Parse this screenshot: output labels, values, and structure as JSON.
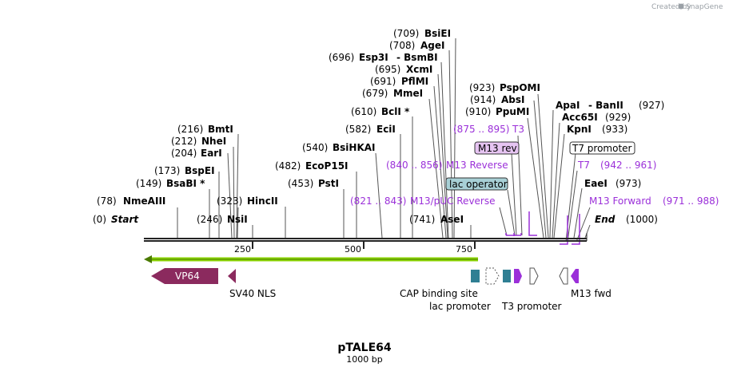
{
  "credit": "Created by",
  "credit_brand": "SnapGene",
  "plasmid": {
    "name": "pTALE64",
    "size_label": "1000 bp"
  },
  "ends": {
    "start_label": "Start",
    "start_pos": "(0)",
    "end_label": "End",
    "end_pos": "(1000)"
  },
  "ruler_ticks": [
    "250",
    "500",
    "750"
  ],
  "sites": [
    {
      "pos": "(78)",
      "name": "NmeAIII"
    },
    {
      "pos": "(149)",
      "name": "BsaBI *"
    },
    {
      "pos": "(173)",
      "name": "BspEI"
    },
    {
      "pos": "(204)",
      "name": "EarI"
    },
    {
      "pos": "(212)",
      "name": "NheI"
    },
    {
      "pos": "(216)",
      "name": "BmtI"
    },
    {
      "pos": "(246)",
      "name": "NsiI"
    },
    {
      "pos": "(323)",
      "name": "HincII"
    },
    {
      "pos": "(453)",
      "name": "PstI"
    },
    {
      "pos": "(482)",
      "name": "EcoP15I"
    },
    {
      "pos": "(540)",
      "name": "BsiHKAI"
    },
    {
      "pos": "(582)",
      "name": "EciI"
    },
    {
      "pos": "(610)",
      "name": "BclI *"
    },
    {
      "pos": "(679)",
      "name": "MmeI"
    },
    {
      "pos": "(691)",
      "name": "PflMI"
    },
    {
      "pos": "(695)",
      "name": "XcmI"
    },
    {
      "pos": "(696)",
      "name": "Esp3I",
      "extra": "- BsmBI"
    },
    {
      "pos": "(708)",
      "name": "AgeI"
    },
    {
      "pos": "(709)",
      "name": "BsiEI"
    },
    {
      "pos": "(741)",
      "name": "AseI"
    },
    {
      "pos": "(910)",
      "name": "PpuMI"
    },
    {
      "pos": "(914)",
      "name": "AbsI"
    },
    {
      "pos": "(923)",
      "name": "PspOMI"
    },
    {
      "pos": "(927)",
      "name": "ApaI",
      "extra": "- BanII",
      "pre": true
    },
    {
      "pos": "(929)",
      "name": "Acc65I",
      "pre": true
    },
    {
      "pos": "(933)",
      "name": "KpnI",
      "pre": true
    },
    {
      "pos": "(973)",
      "name": "EaeI",
      "pre": true
    }
  ],
  "primers": [
    {
      "range": "(821 .. 843)",
      "name": "M13/pUC Reverse"
    },
    {
      "range": "(840 .. 856)",
      "name": "M13 Reverse"
    },
    {
      "range": "(875 .. 895)",
      "name": "T3"
    },
    {
      "range": "(942 .. 961)",
      "name": "T7"
    },
    {
      "range": "(971 .. 988)",
      "name": "M13 Forward"
    }
  ],
  "boxed_labels": [
    "M13 rev",
    "lac operator",
    "T7 promoter"
  ],
  "features": {
    "vp64": "VP64",
    "sv40": "SV40 NLS",
    "cap": "CAP binding site",
    "lac": "lac promoter",
    "t3": "T3 promoter",
    "m13fwd": "M13 fwd"
  },
  "colors": {
    "vp64": "#8b2a5e",
    "cap": "#2f7f93",
    "purple": "#9b30d9",
    "orf": "#8bd400",
    "lac_operator_fill": "#a8d0d6",
    "m13rev_fill": "#e6c4f2"
  }
}
